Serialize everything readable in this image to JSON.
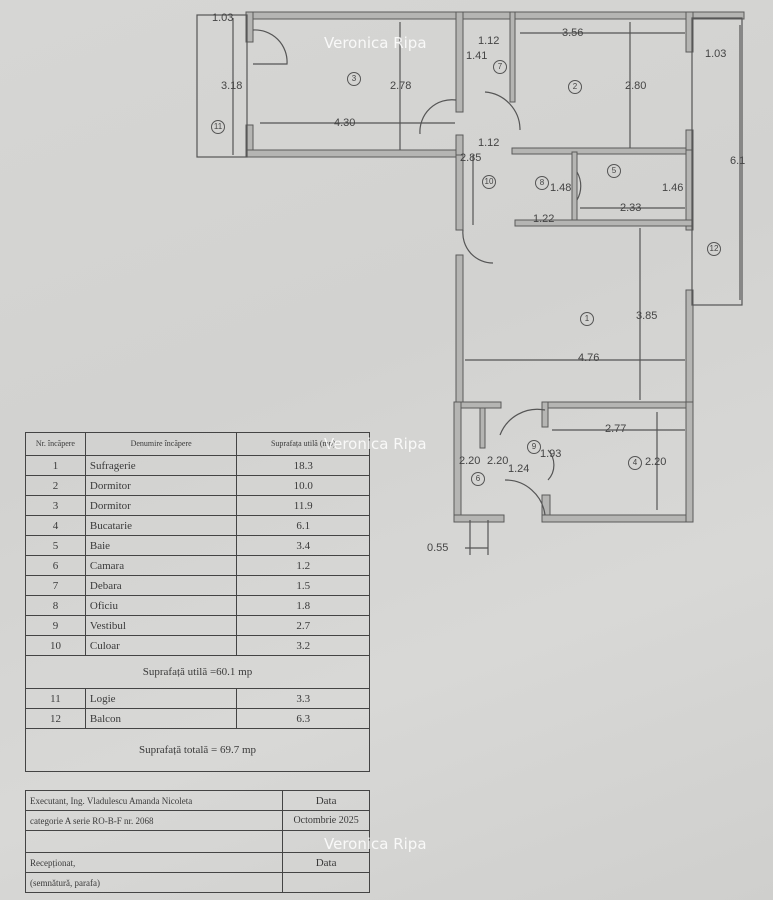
{
  "watermark": "Veronica Ripa",
  "plan": {
    "rooms": [
      "1",
      "2",
      "3",
      "4",
      "5",
      "6",
      "7",
      "8",
      "9",
      "10",
      "11",
      "12"
    ],
    "dimensions": {
      "logia_w": "1.03",
      "logia_h": "3.18",
      "r3_h": "2.78",
      "r3_w": "4.30",
      "r7_w": "1.12",
      "r7_h": "1.41",
      "r2_w": "3.56",
      "r2_h": "2.80",
      "balcon_w": "1.03",
      "balcon_h": "6.1",
      "hall_w": "1.12",
      "hall_h": "2.85",
      "r8_h": "1.48",
      "r8_w": "1.22",
      "r5_w": "2.33",
      "r5_h": "1.46",
      "r1_h": "3.85",
      "r1_w": "4.76",
      "r4_w": "2.77",
      "r4_h": "2.20",
      "r6_h": "2.20",
      "r6_h2": "2.20",
      "r9_w": "1.24",
      "r9_h": "1.93",
      "r6_w": "0.55"
    }
  },
  "table": {
    "headers": [
      "Nr. încăpere",
      "Denumire încăpere",
      "Suprafața utilă (mp)"
    ],
    "rows": [
      {
        "nr": "1",
        "name": "Sufragerie",
        "area": "18.3"
      },
      {
        "nr": "2",
        "name": "Dormitor",
        "area": "10.0"
      },
      {
        "nr": "3",
        "name": "Dormitor",
        "area": "11.9"
      },
      {
        "nr": "4",
        "name": "Bucatarie",
        "area": "6.1"
      },
      {
        "nr": "5",
        "name": "Baie",
        "area": "3.4"
      },
      {
        "nr": "6",
        "name": "Camara",
        "area": "1.2"
      },
      {
        "nr": "7",
        "name": "Debara",
        "area": "1.5"
      },
      {
        "nr": "8",
        "name": "Oficiu",
        "area": "1.8"
      },
      {
        "nr": "9",
        "name": "Vestibul",
        "area": "2.7"
      },
      {
        "nr": "10",
        "name": "Culoar",
        "area": "3.2"
      }
    ],
    "useful_total": "Suprafață utilă =60.1 mp",
    "extra_rows": [
      {
        "nr": "11",
        "name": "Logie",
        "area": "3.3"
      },
      {
        "nr": "12",
        "name": "Balcon",
        "area": "6.3"
      }
    ],
    "grand_total": "Suprafață totală = 69.7 mp",
    "executed_by": "Executant, Ing. Vladulescu Amanda Nicoleta",
    "category": "categorie A serie RO-B-F nr. 2068",
    "date_label": "Data",
    "date_value": "Octombrie 2025",
    "received": "Recepționat,",
    "signature": "(semnătură, parafa)",
    "date_label2": "Data"
  }
}
